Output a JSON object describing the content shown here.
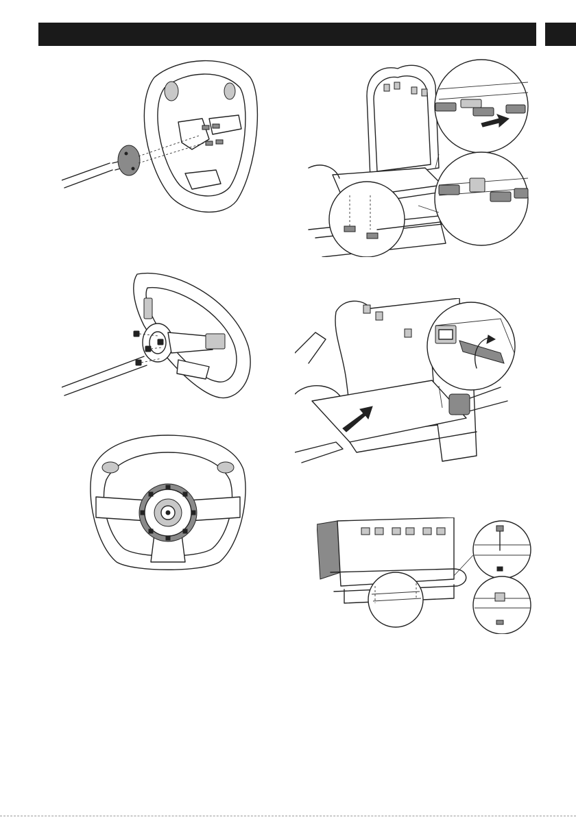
{
  "page": {
    "header": {
      "bar_color": "#1a1a1a",
      "tab_color": "#1a1a1a"
    },
    "figures": [
      {
        "id": "steering-wheel-mounting-plate",
        "icon": "steering-wheel-bolts-diagram"
      },
      {
        "id": "seat-slider-brackets",
        "icon": "seat-rail-detail-diagram"
      },
      {
        "id": "steering-wheel-shaft-nuts",
        "icon": "steering-wheel-nuts-diagram"
      },
      {
        "id": "seat-slide-forward",
        "icon": "seat-lever-arrow-diagram"
      },
      {
        "id": "steering-wheel-front-view",
        "icon": "steering-wheel-hub-diagram"
      },
      {
        "id": "seat-frame-bolts",
        "icon": "seat-frame-bolt-detail-diagram"
      }
    ]
  }
}
